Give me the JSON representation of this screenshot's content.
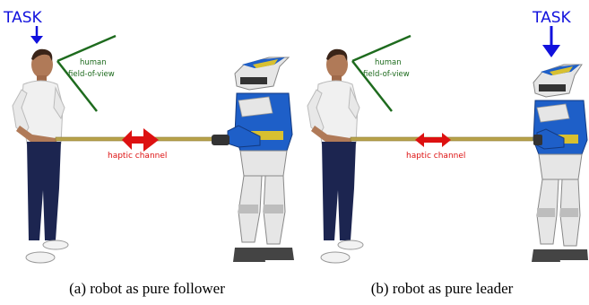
{
  "colors": {
    "task": "#1111dd",
    "fov": "#1e6b1e",
    "haptic": "#dd1111",
    "rod": "#b8a24a",
    "robot_blue": "#1e5fc8",
    "robot_white": "#e6e6e6",
    "robot_dark": "#333333",
    "robot_yellow": "#d8c030",
    "human_shirt": "#f0f0f0",
    "human_pants": "#1c2550",
    "human_skin": "#b07a58"
  },
  "panels": [
    {
      "id": "a",
      "task_label": "TASK",
      "fov_line1": "human",
      "fov_line2": "field-of-view",
      "haptic_label": "haptic channel",
      "caption_letter": "(a)",
      "caption_text": "robot as pure follower"
    },
    {
      "id": "b",
      "task_label": "TASK",
      "fov_line1": "human",
      "fov_line2": "field-of-view",
      "haptic_label": "haptic channel",
      "caption_letter": "(b)",
      "caption_text": "robot as pure leader"
    }
  ]
}
